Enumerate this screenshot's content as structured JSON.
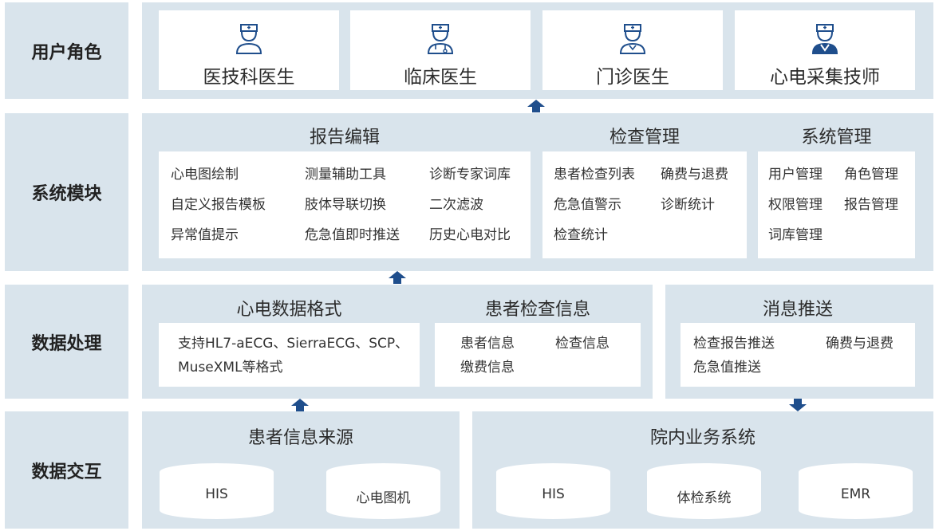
{
  "colors": {
    "panel": "#d9e4ec",
    "accent": "#1f4e8c",
    "text": "#333333"
  },
  "bands": {
    "user_role": "用户角色",
    "system_module": "系统模块",
    "data_processing": "数据处理",
    "data_interaction": "数据交互"
  },
  "roles": [
    {
      "name": "医技科医生",
      "icon": "doctor-icon"
    },
    {
      "name": "临床医生",
      "icon": "doctor-stethoscope-icon"
    },
    {
      "name": "门诊医生",
      "icon": "doctor-icon"
    },
    {
      "name": "心电采集技师",
      "icon": "technician-icon"
    }
  ],
  "modules": {
    "report_edit": {
      "title": "报告编辑",
      "items": [
        "心电图绘制",
        "测量辅助工具",
        "诊断专家词库",
        "自定义报告模板",
        "肢体导联切换",
        "二次滤波",
        "异常值提示",
        "危急值即时推送",
        "历史心电对比"
      ]
    },
    "exam_mgmt": {
      "title": "检查管理",
      "items": [
        "患者检查列表",
        "确费与退费",
        "危急值警示",
        "诊断统计",
        "检查统计"
      ]
    },
    "sys_mgmt": {
      "title": "系统管理",
      "items": [
        "用户管理",
        "角色管理",
        "权限管理",
        "报告管理",
        "词库管理"
      ]
    }
  },
  "processing": {
    "ecg_format": {
      "title": "心电数据格式",
      "line1": "支持HL7-aECG、SierraECG、SCP、",
      "line2": "MuseXML等格式"
    },
    "patient_exam": {
      "title": "患者检查信息",
      "items": [
        "患者信息",
        "检查信息",
        "缴费信息"
      ]
    },
    "message_push": {
      "title": "消息推送",
      "items": [
        "检查报告推送",
        "确费与退费",
        "危急值推送"
      ]
    }
  },
  "interaction": {
    "patient_source": {
      "title": "患者信息来源",
      "items": [
        "HIS",
        "心电图机"
      ]
    },
    "hospital_system": {
      "title": "院内业务系统",
      "items": [
        "HIS",
        "体检系统",
        "EMR"
      ]
    }
  }
}
